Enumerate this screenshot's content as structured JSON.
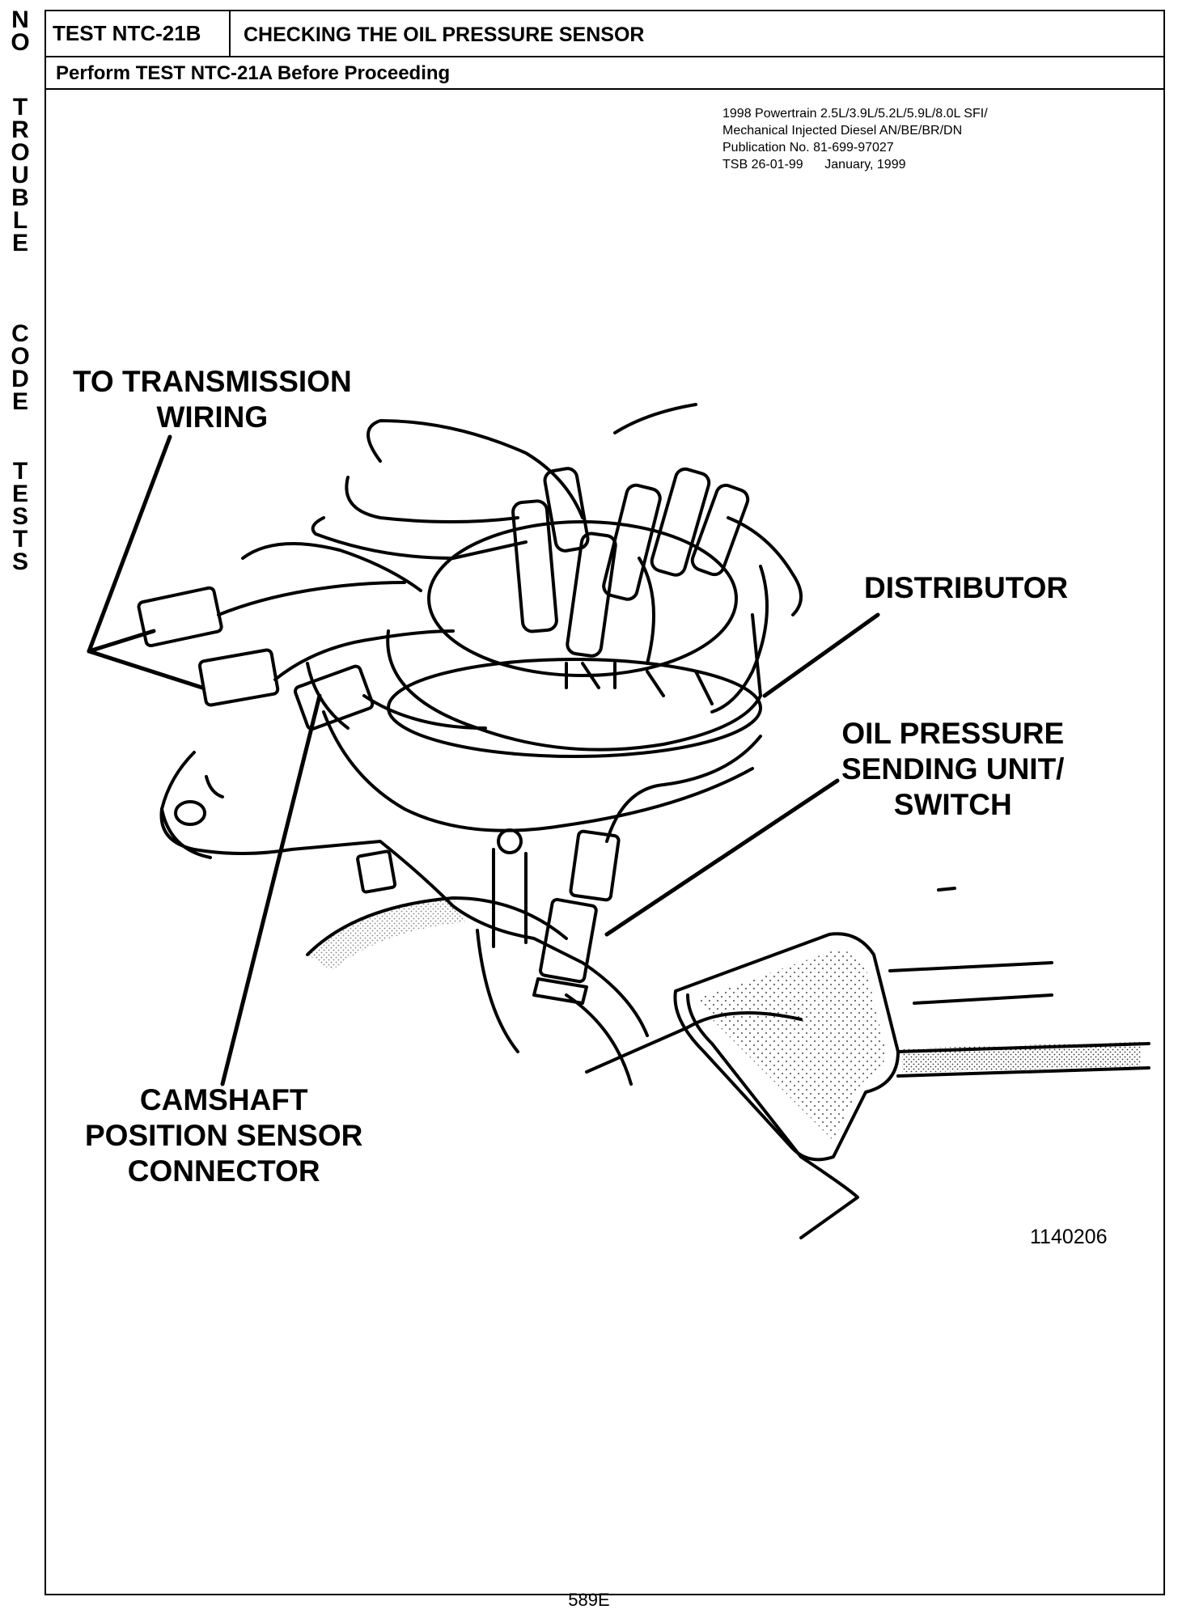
{
  "side_tab": [
    "N",
    "O",
    "",
    "T",
    "R",
    "O",
    "U",
    "B",
    "L",
    "E",
    "",
    "C",
    "O",
    "D",
    "E",
    "",
    "T",
    "E",
    "S",
    "T",
    "S"
  ],
  "header": {
    "test_id": "TEST NTC-21B",
    "title": "CHECKING THE OIL PRESSURE SENSOR",
    "prerequisite": "Perform TEST NTC-21A Before Proceeding"
  },
  "publication": {
    "line1": "1998 Powertrain 2.5L/3.9L/5.2L/5.9L/8.0L SFI/",
    "line2": "Mechanical Injected Diesel AN/BE/BR/DN",
    "line3": "Publication No. 81-699-97027",
    "line4": "TSB 26-01-99      January, 1999"
  },
  "figure": {
    "labels": {
      "transmission_wiring": [
        "TO TRANSMISSION",
        "WIRING"
      ],
      "distributor": "DISTRIBUTOR",
      "oil_pressure": [
        "OIL PRESSURE",
        "SENDING UNIT/",
        "SWITCH"
      ],
      "camshaft": [
        "CAMSHAFT",
        "POSITION SENSOR",
        "CONNECTOR"
      ]
    },
    "figure_number": "1140206"
  },
  "page_number": "589E"
}
